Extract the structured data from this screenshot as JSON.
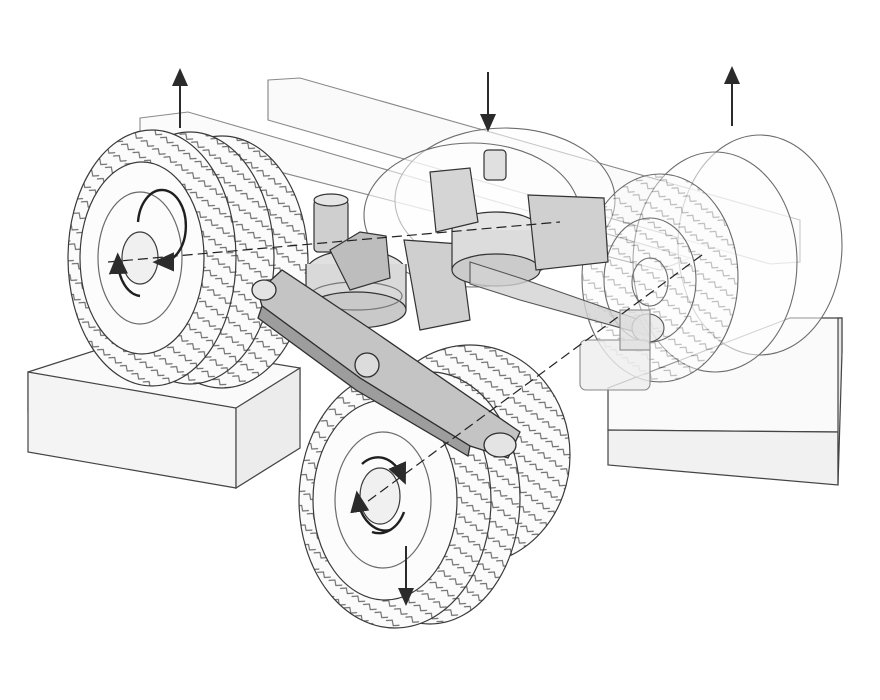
{
  "figure": {
    "background": "#ffffff",
    "line_color": "#2b2b2b",
    "fill_light": "#f2f2f2",
    "fill_mid": "#d8d8d8",
    "fill_dark": "#a9a9a9"
  },
  "motion_arrows": [
    {
      "name": "rear-left-wheel-up-arrow-icon",
      "direction": "up"
    },
    {
      "name": "rear-right-wheel-down-arrow-icon",
      "direction": "down"
    },
    {
      "name": "front-right-wheel-up-arrow-icon",
      "direction": "up"
    },
    {
      "name": "front-left-wheel-down-arrow-icon",
      "direction": "down"
    }
  ],
  "rotation_arrows": [
    {
      "name": "rear-left-hub-rotation-icon",
      "direction": "clockwise"
    },
    {
      "name": "front-left-hub-rotation-icon",
      "direction": "clockwise"
    }
  ]
}
